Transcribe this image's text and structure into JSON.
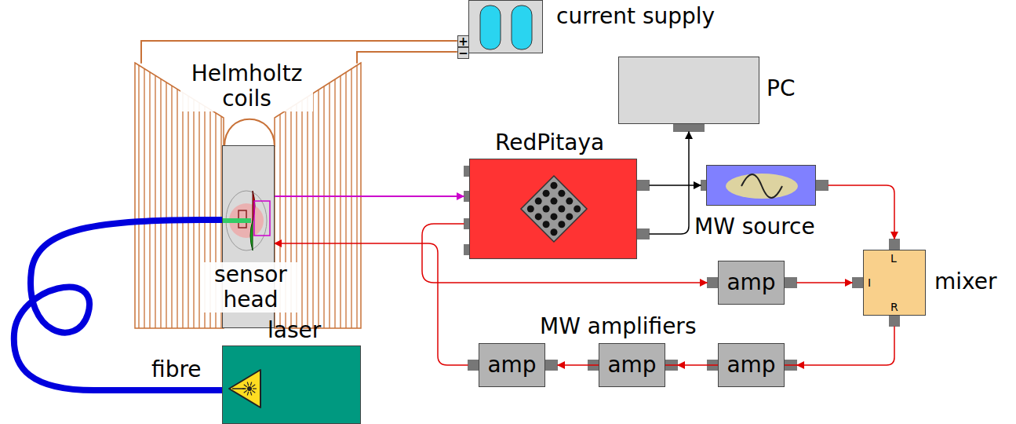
{
  "diagram": {
    "nodes": [
      {
        "text": [
          "current supply",
          "+",
          "−"
        ]
      },
      {
        "text": [
          "Helmholtz coils"
        ]
      },
      {
        "text": [
          "sensor head"
        ]
      },
      {
        "text": [
          "PC"
        ]
      },
      {
        "text": [
          "RedPitaya"
        ]
      },
      {
        "text": [
          "MW source"
        ]
      },
      {
        "text": [
          "mixer",
          "L",
          "I",
          "R"
        ]
      },
      {
        "text": [
          "amp"
        ]
      },
      {
        "text": [
          "amp"
        ]
      },
      {
        "text": [
          "amp"
        ]
      },
      {
        "text": [
          "amp"
        ]
      },
      {
        "text": [
          "laser"
        ]
      }
    ],
    "edges": [
      {
        "from": 0,
        "to": 1,
        "arrow": "none"
      },
      {
        "from": 2,
        "to": 4,
        "arrow": "to"
      },
      {
        "from": 4,
        "to": 3,
        "arrow": "to"
      },
      {
        "from": 4,
        "to": 5,
        "arrow": "to"
      },
      {
        "from": 5,
        "to": 6,
        "arrow": "to"
      },
      {
        "from": 4,
        "to": 7,
        "arrow": "to"
      },
      {
        "from": 7,
        "to": 6,
        "arrow": "to"
      },
      {
        "from": 6,
        "to": 10,
        "arrow": "to"
      },
      {
        "from": 10,
        "to": 9,
        "arrow": "to"
      },
      {
        "from": 9,
        "to": 8,
        "arrow": "to"
      },
      {
        "from": 8,
        "to": 2,
        "arrow": "to"
      },
      {
        "from": 11,
        "to": 2,
        "arrow": "none"
      }
    ],
    "labels": [
      "MW amplifiers",
      "fibre"
    ]
  }
}
